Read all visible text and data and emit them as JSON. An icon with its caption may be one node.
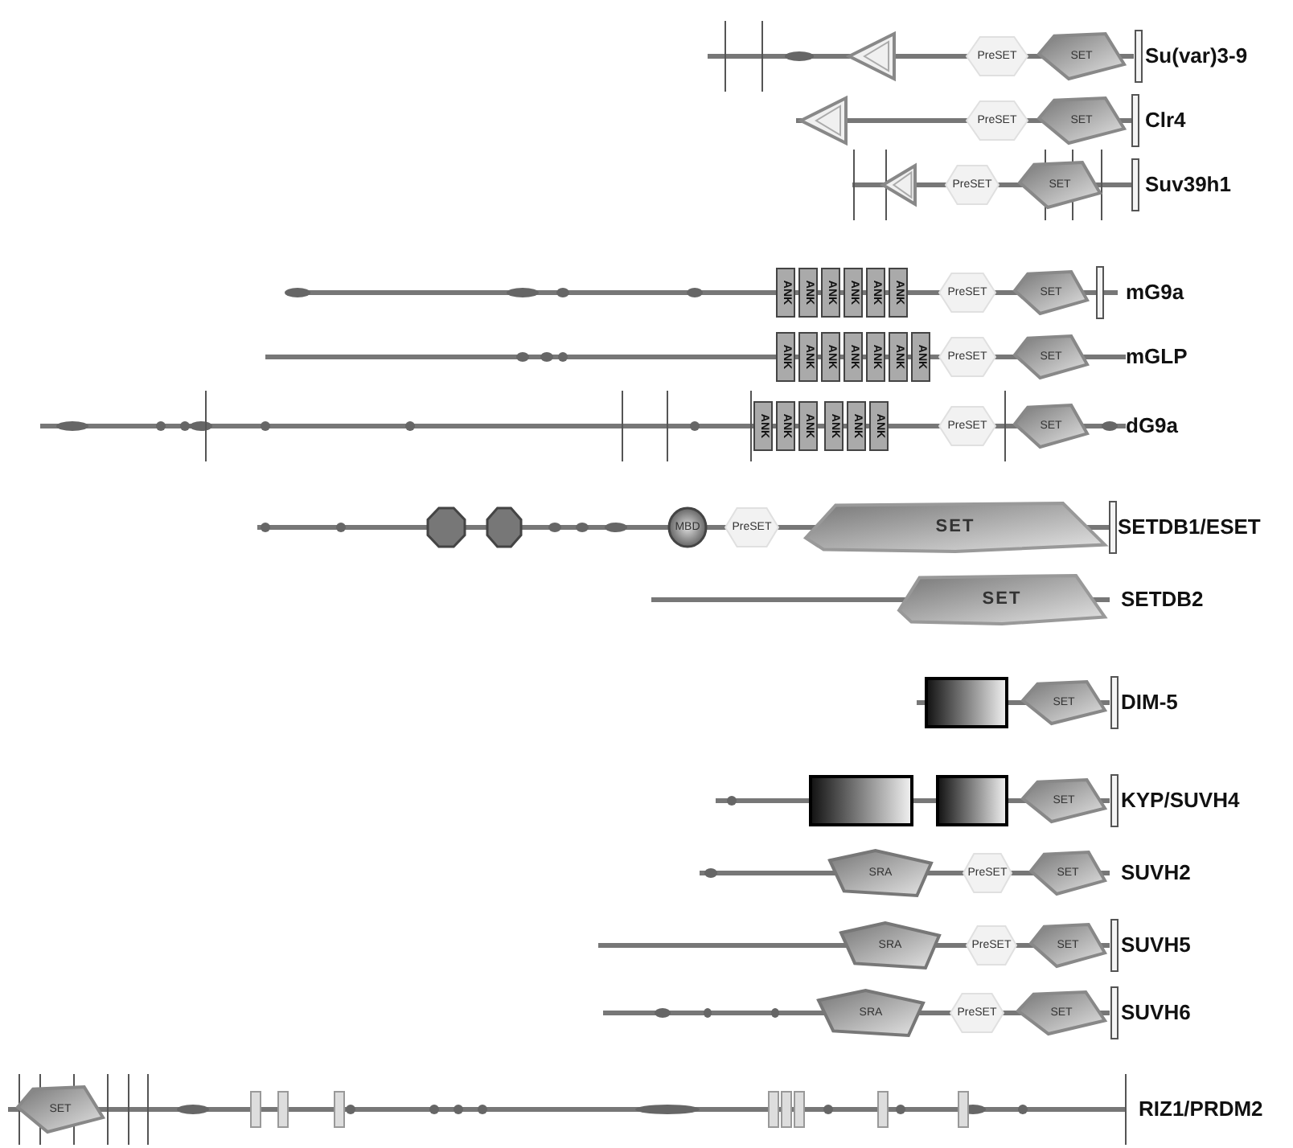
{
  "diagram": {
    "nodes": [
      {
        "text": [],
        "shape": "triangle"
      },
      {
        "text": [
          "PreSET"
        ]
      },
      {
        "text": [
          "SET"
        ]
      },
      {
        "text": [],
        "shape": "triangle"
      },
      {
        "text": [
          "PreSET"
        ]
      },
      {
        "text": [
          "SET"
        ]
      },
      {
        "text": [],
        "shape": "triangle"
      },
      {
        "text": [
          "PreSET"
        ]
      },
      {
        "text": [
          "SET"
        ]
      },
      {
        "text": [
          "ANK"
        ]
      },
      {
        "text": [
          "ANK"
        ]
      },
      {
        "text": [
          "ANK"
        ]
      },
      {
        "text": [
          "ANK"
        ]
      },
      {
        "text": [
          "ANK"
        ]
      },
      {
        "text": [
          "ANK"
        ]
      },
      {
        "text": [
          "PreSET"
        ]
      },
      {
        "text": [
          "SET"
        ]
      },
      {
        "text": [
          "ANK"
        ]
      },
      {
        "text": [
          "ANK"
        ]
      },
      {
        "text": [
          "ANK"
        ]
      },
      {
        "text": [
          "ANK"
        ]
      },
      {
        "text": [
          "ANK"
        ]
      },
      {
        "text": [
          "ANK"
        ]
      },
      {
        "text": [
          "ANK"
        ]
      },
      {
        "text": [
          "PreSET"
        ]
      },
      {
        "text": [
          "SET"
        ]
      },
      {
        "text": [
          "ANK"
        ]
      },
      {
        "text": [
          "ANK"
        ]
      },
      {
        "text": [
          "ANK"
        ]
      },
      {
        "text": [
          "ANK"
        ]
      },
      {
        "text": [
          "ANK"
        ]
      },
      {
        "text": [
          "ANK"
        ]
      },
      {
        "text": [
          "PreSET"
        ]
      },
      {
        "text": [
          "SET"
        ]
      },
      {
        "text": [],
        "shape": "octagon"
      },
      {
        "text": [],
        "shape": "octagon"
      },
      {
        "text": [
          "MBD"
        ]
      },
      {
        "text": [
          "PreSET"
        ]
      },
      {
        "text": [
          "SET"
        ]
      },
      {
        "text": [
          "SET"
        ]
      },
      {
        "text": [],
        "shape": "box"
      },
      {
        "text": [
          "SET"
        ]
      },
      {
        "text": [],
        "shape": "box"
      },
      {
        "text": [],
        "shape": "box"
      },
      {
        "text": [
          "SET"
        ]
      },
      {
        "text": [
          "SRA"
        ]
      },
      {
        "text": [
          "PreSET"
        ]
      },
      {
        "text": [
          "SET"
        ]
      },
      {
        "text": [
          "SRA"
        ]
      },
      {
        "text": [
          "PreSET"
        ]
      },
      {
        "text": [
          "SET"
        ]
      },
      {
        "text": [
          "SRA"
        ]
      },
      {
        "text": [
          "PreSET"
        ]
      },
      {
        "text": [
          "SET"
        ]
      },
      {
        "text": [
          "SET"
        ]
      },
      {
        "text": [],
        "shape": "box"
      },
      {
        "text": [],
        "shape": "box"
      },
      {
        "text": [],
        "shape": "box"
      },
      {
        "text": [],
        "shape": "box"
      },
      {
        "text": [],
        "shape": "box"
      },
      {
        "text": [],
        "shape": "box"
      },
      {
        "text": [],
        "shape": "box"
      },
      {
        "text": [],
        "shape": "box"
      }
    ],
    "labels": [
      "Su(var)3-9",
      "Clr4",
      "Suv39h1",
      "mG9a",
      "mGLP",
      "dG9a",
      "SETDB1/ESET",
      "SETDB2",
      "DIM-5",
      "KYP/SUVH4",
      "SUVH2",
      "SUVH5",
      "SUVH6",
      "RIZ1/PRDM2"
    ]
  }
}
